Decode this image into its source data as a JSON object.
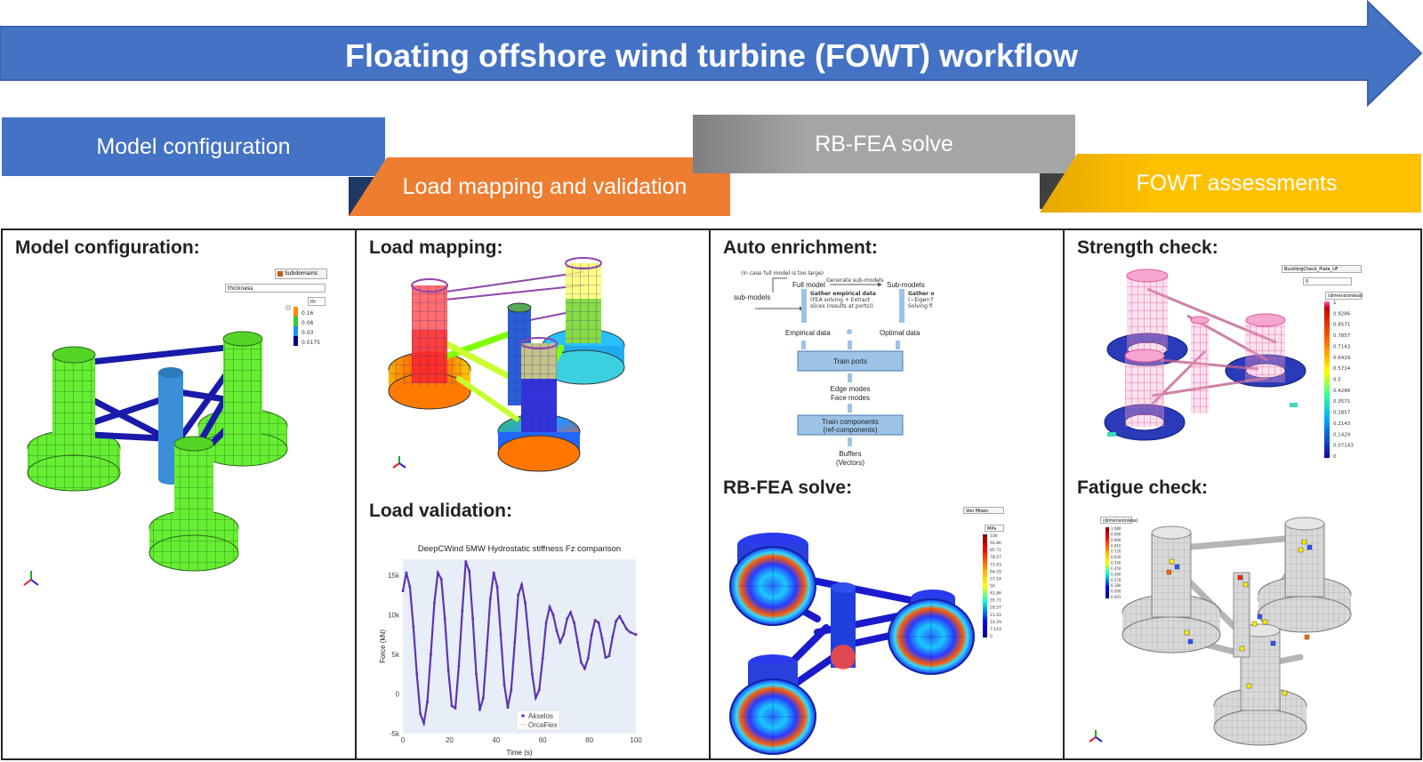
{
  "banner": {
    "title": "Floating offshore wind turbine (FOWT) workflow",
    "color": "#4472c4"
  },
  "stages": [
    {
      "label": "Model configuration",
      "color": "#4472c4"
    },
    {
      "label": "Load mapping and validation",
      "color": "#ed7d31"
    },
    {
      "label": "RB-FEA solve",
      "color": "#a5a5a5"
    },
    {
      "label": "FOWT assessments",
      "color": "#ffc000"
    }
  ],
  "panels": {
    "model_configuration": {
      "title": "Model configuration:",
      "widget": {
        "parameter": "Subdomains",
        "field": "thickness",
        "unit": "m"
      },
      "legend": [
        "0.16",
        "0.06",
        "0.03",
        "0.0175"
      ]
    },
    "load_mapping": {
      "title": "Load mapping:"
    },
    "load_validation": {
      "title": "Load validation:"
    },
    "auto_enrichment": {
      "title": "Auto enrichment:",
      "flow": {
        "note": "(in case full model is too large)",
        "generate": "Generate sub-models",
        "full_model": "Full model",
        "sub_models_left": "sub-models",
        "sub_models_right": "Sub-models",
        "gather_title": "Gather empirical data",
        "gather_l1": "(FEA solving + Extract",
        "gather_l2": "slices (results at ports))",
        "gather2_title": "Gather o",
        "gather2_l1": "(~Eigen f",
        "gather2_l2": "Solving fi",
        "empirical": "Empirical data",
        "optimal": "Optimal data",
        "train_ports": "Train ports",
        "edge_modes": "Edge modes",
        "face_modes": "Face modes",
        "train_components": "Train components",
        "ref_components": "(ref-components)",
        "buffers": "Buffers",
        "vectors": "(Vectors)"
      }
    },
    "rbfea_solve": {
      "title": "RB-FEA solve:",
      "widget": {
        "parameter": "Von Mises",
        "unit": "MPa"
      },
      "legend": [
        "100",
        "92.86",
        "85.71",
        "78.57",
        "71.43",
        "64.29",
        "57.14",
        "50",
        "42.86",
        "35.71",
        "28.57",
        "21.43",
        "14.29",
        "7.143",
        "0"
      ]
    },
    "strength_check": {
      "title": "Strength check:",
      "widget": {
        "parameter": "BucklingCheck_Plate_UF",
        "unit": "(dimensionless)",
        "value": "0"
      },
      "legend": [
        "1",
        "0.9286",
        "0.8571",
        "0.7857",
        "0.7143",
        "0.6429",
        "0.5714",
        "0.5",
        "0.4286",
        "0.3571",
        "0.2857",
        "0.2143",
        "0.1429",
        "0.07143",
        "0"
      ]
    },
    "fatigue_check": {
      "title": "Fatigue check:",
      "widget": {
        "unit": "(dimensionless)"
      },
      "legend": [
        "1.080",
        "0.990",
        "0.900",
        "0.810",
        "0.720",
        "0.630",
        "0.540",
        "0.450",
        "0.360",
        "0.270",
        "0.180",
        "0.090",
        "0.001"
      ]
    }
  },
  "chart_data": {
    "type": "line",
    "title": "DeepCWind 5MW Hydrostatic stiffness Fz comparison",
    "xlabel": "Time (s)",
    "ylabel": "Force (kN)",
    "xlim": [
      0,
      100
    ],
    "ylim": [
      -5000,
      17000
    ],
    "xticks": [
      0,
      20,
      40,
      60,
      80,
      100
    ],
    "yticks": [
      -5000,
      0,
      5000,
      10000,
      15000
    ],
    "ytick_labels": [
      "-5k",
      "0",
      "5k",
      "10k",
      "15k"
    ],
    "series": [
      {
        "name": "Akselos",
        "style": "markers",
        "color": "#5e35b1",
        "x": [
          0,
          1.5,
          3,
          4.5,
          6,
          7.5,
          9,
          10.5,
          12,
          13.5,
          15,
          16.5,
          18,
          19.5,
          21,
          22.5,
          24,
          25.5,
          27,
          28.5,
          30,
          31.5,
          33,
          34.5,
          36,
          37.5,
          39,
          40.5,
          42,
          43.5,
          45,
          46.5,
          48,
          49.5,
          51,
          52.5,
          54,
          55.5,
          57,
          58.5,
          60,
          61.5,
          63,
          64.5,
          66,
          67.5,
          69,
          70.5,
          72,
          73.5,
          75,
          76.5,
          78,
          79.5,
          81,
          82.5,
          84,
          85.5,
          87,
          88.5,
          90,
          91.5,
          93,
          94.5,
          96,
          97.5,
          100
        ],
        "y": [
          13000,
          15300,
          13500,
          8500,
          2500,
          -2500,
          -3700,
          -1000,
          5000,
          11500,
          15300,
          14500,
          9500,
          3000,
          -1500,
          -1800,
          3500,
          10500,
          16700,
          15500,
          9500,
          2500,
          -2000,
          -500,
          5500,
          12000,
          15300,
          13500,
          7500,
          1200,
          -1700,
          500,
          6500,
          12500,
          13800,
          11500,
          7000,
          2500,
          -500,
          500,
          4500,
          9000,
          11000,
          10000,
          8000,
          6500,
          7500,
          9500,
          10300,
          9000,
          6500,
          4000,
          3200,
          4500,
          7500,
          9300,
          9000,
          7000,
          4600,
          4800,
          7200,
          9200,
          9800,
          9000,
          8200,
          7800,
          7500
        ]
      },
      {
        "name": "OrcaFlex",
        "style": "dotted",
        "color": "#f4a582",
        "x": [
          0,
          1.5,
          3,
          4.5,
          6,
          7.5,
          9,
          10.5,
          12,
          13.5,
          15,
          16.5,
          18,
          19.5,
          21,
          22.5,
          24,
          25.5,
          27,
          28.5,
          30,
          31.5,
          33,
          34.5,
          36,
          37.5,
          39,
          40.5,
          42,
          43.5,
          45,
          46.5,
          48,
          49.5,
          51,
          52.5,
          54,
          55.5,
          57,
          58.5,
          60,
          61.5,
          63,
          64.5,
          66,
          67.5,
          69,
          70.5,
          72,
          73.5,
          75,
          76.5,
          78,
          79.5,
          81,
          82.5,
          84,
          85.5,
          87,
          88.5,
          90,
          91.5,
          93,
          94.5,
          96,
          97.5,
          100
        ],
        "y": [
          13000,
          15300,
          13500,
          8500,
          2500,
          -2500,
          -3700,
          -1000,
          5000,
          11500,
          15300,
          14500,
          9500,
          3000,
          -1500,
          -1800,
          3500,
          10500,
          16700,
          15500,
          9500,
          2500,
          -2000,
          -500,
          5500,
          12000,
          15300,
          13500,
          7500,
          1200,
          -1700,
          500,
          6500,
          12500,
          13800,
          11500,
          7000,
          2500,
          -500,
          500,
          4500,
          9000,
          11000,
          10000,
          8000,
          6500,
          7500,
          9500,
          10300,
          9000,
          6500,
          4000,
          3200,
          4500,
          7500,
          9300,
          9000,
          7000,
          4600,
          4800,
          7200,
          9200,
          9800,
          9000,
          8200,
          7800,
          7500
        ]
      }
    ],
    "legend_position": "bottom-right",
    "grid": false
  }
}
